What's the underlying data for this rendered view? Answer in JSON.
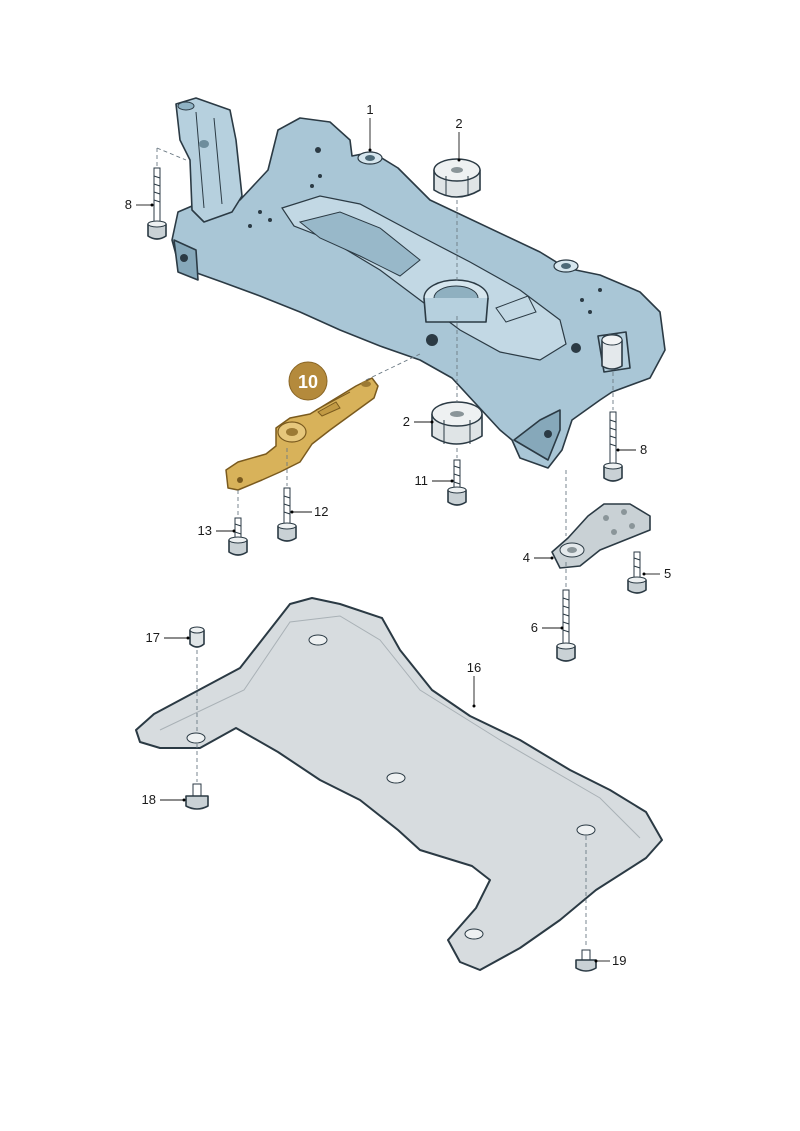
{
  "diagram": {
    "highlighted_part": "10",
    "highlight_color": "#c9a24e",
    "callouts": [
      "1",
      "2",
      "2",
      "4",
      "5",
      "6",
      "8",
      "8",
      "11",
      "12",
      "13",
      "16",
      "17",
      "18",
      "19"
    ]
  },
  "colors": {
    "frame": "#a9c6d6",
    "frame_shadow": "#86a8ba",
    "rubber": "#dfe4e6",
    "plate": "#c9d1d5",
    "shield": "#d7dcdf",
    "highlight": "#d8b25a",
    "badge": "#b48a3c"
  }
}
